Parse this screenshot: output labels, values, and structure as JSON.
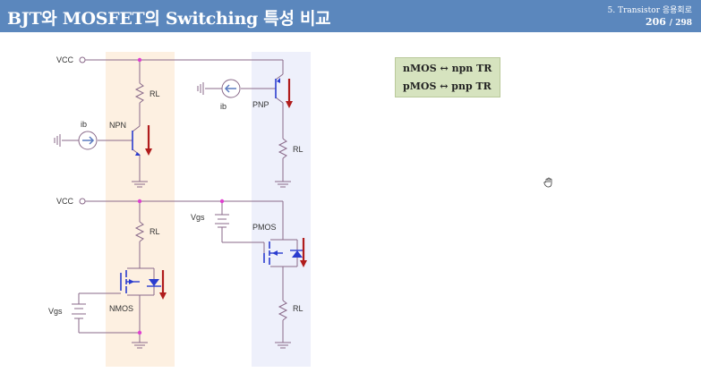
{
  "header": {
    "title": "BJT와 MOSFET의 Switching 특성 비교",
    "chapter": "5. Transistor 응용회로",
    "page": "206",
    "page_total": "/ 298"
  },
  "legend": {
    "line1": "nMOS ↔ npn TR",
    "line2": "pMOS ↔ pnp TR"
  },
  "circuit": {
    "vcc_top": "VCC",
    "vcc_bottom": "VCC",
    "rl_npn": "RL",
    "rl_pnp": "RL",
    "rl_nmos": "RL",
    "rl_pmos": "RL",
    "ib_npn": "ib",
    "ib_pnp": "ib",
    "npn": "NPN",
    "pnp": "PNP",
    "nmos": "NMOS",
    "pmos": "PMOS",
    "vgs_nmos": "Vgs",
    "vgs_pmos": "Vgs"
  },
  "colors": {
    "header_bg": "#5b87bd",
    "nmos_zone": "#fdf0e1",
    "pmos_zone": "#eef0fb",
    "wire": "#8a6a8a",
    "arrow": "#b01c1c",
    "node": "#e040d0",
    "device": "#2a3ccf",
    "legend_bg": "#d6e3bf"
  }
}
